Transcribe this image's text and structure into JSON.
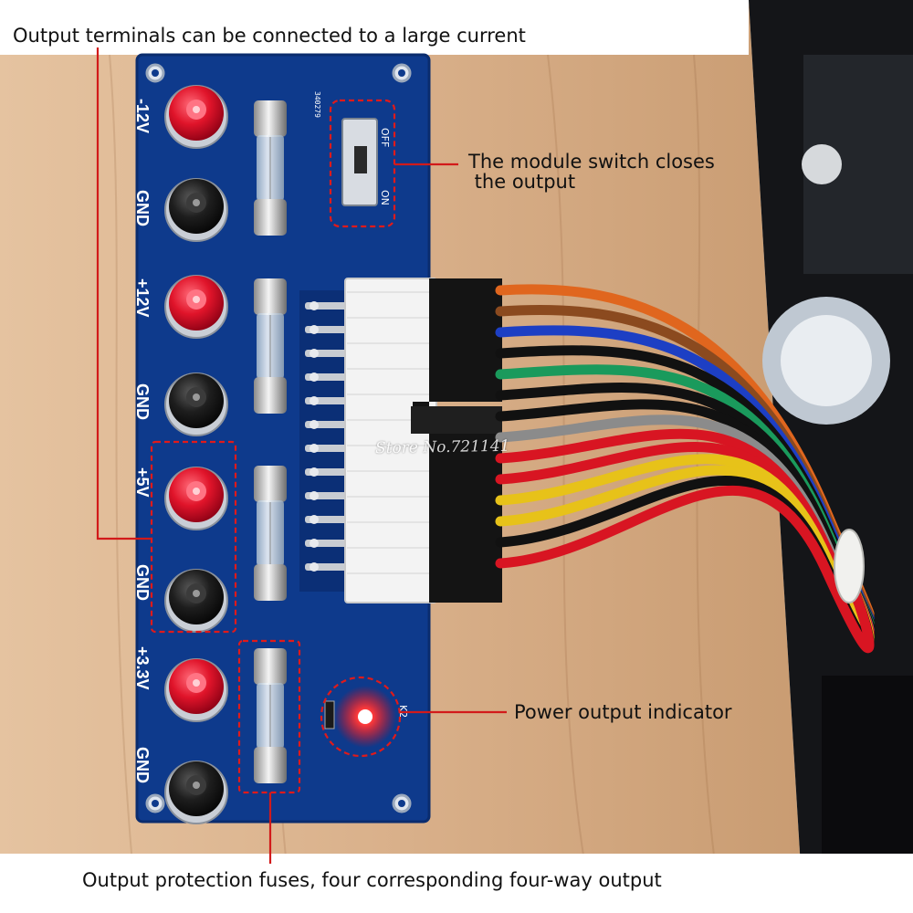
{
  "callouts": {
    "terminals": "Output terminals can be connected to a large current",
    "switch": "The module switch closes\n the output",
    "indicator": "Power output indicator",
    "fuses": "Output protection fuses, four corresponding four-way output"
  },
  "watermark": "Store No.721141",
  "board": {
    "id_code": "340279",
    "switch_off": "OFF",
    "switch_on": "ON",
    "led_label": "K2",
    "terminal_labels": [
      "-12V",
      "GND",
      "+12V",
      "GND",
      "+5V",
      "GND",
      "+3.3V",
      "GND"
    ]
  },
  "colors": {
    "pcb": "#0e3a8c",
    "callout_line": "#d21a1a",
    "terminal_red": "#e0142a",
    "terminal_black": "#161616",
    "wood": "#dcb48c"
  },
  "wires": [
    "orange",
    "brown",
    "blue",
    "black",
    "green",
    "black",
    "black",
    "gray",
    "red",
    "red",
    "yellow",
    "yellow",
    "black",
    "red"
  ]
}
